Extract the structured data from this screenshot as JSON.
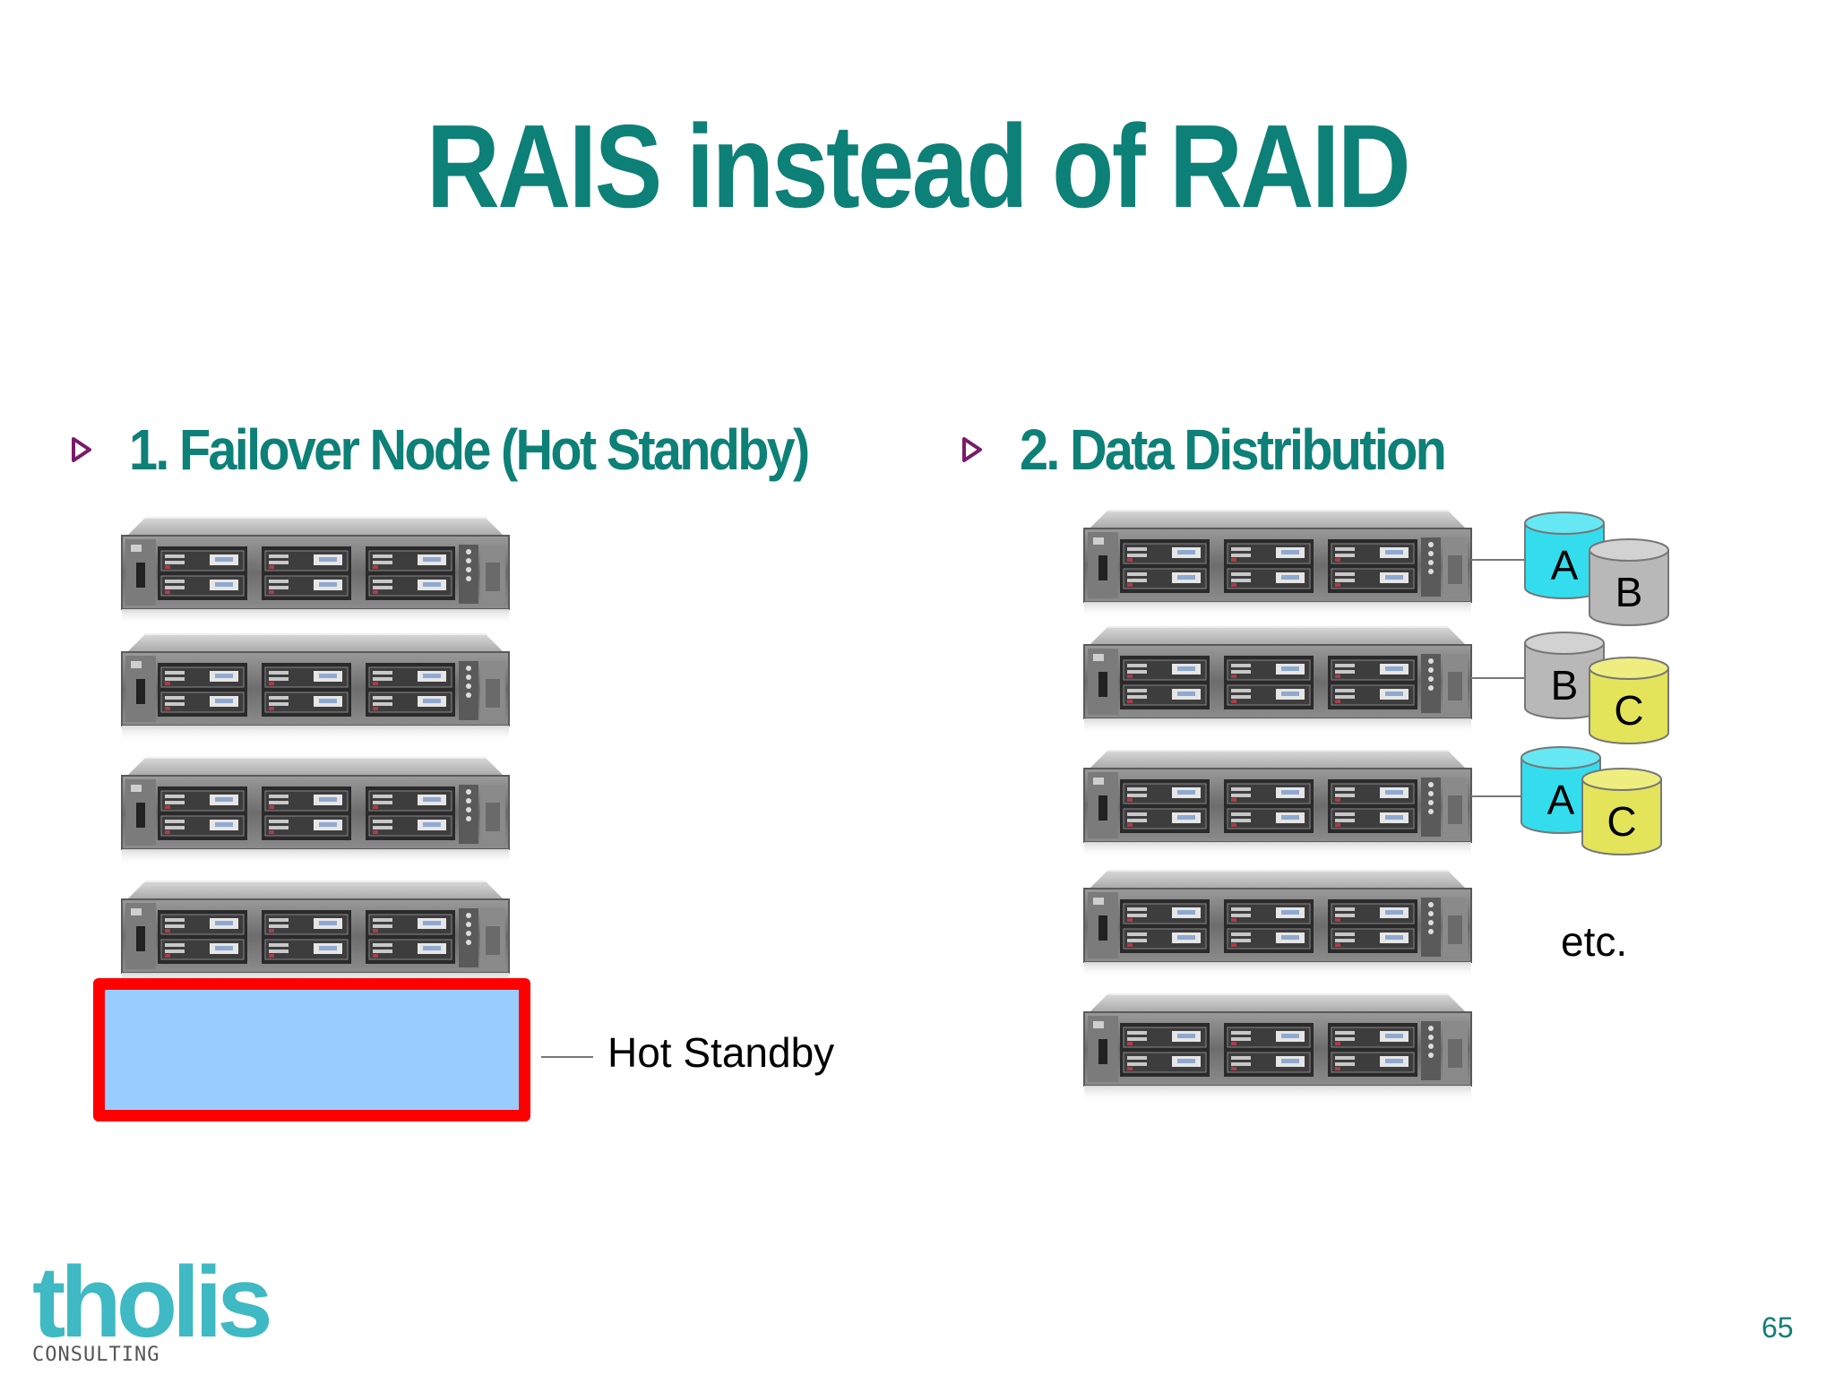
{
  "slide": {
    "title": "RAIS instead of RAID",
    "bullets": [
      {
        "text": "1. Failover Node (Hot Standby)"
      },
      {
        "text": "2. Data Distribution"
      }
    ],
    "hot_standby_label": "Hot Standby",
    "disks": [
      {
        "letter": "A",
        "color": "cyan"
      },
      {
        "letter": "B",
        "color": "gray"
      },
      {
        "letter": "B",
        "color": "gray"
      },
      {
        "letter": "C",
        "color": "yellow"
      },
      {
        "letter": "A",
        "color": "cyan"
      },
      {
        "letter": "C",
        "color": "yellow"
      }
    ],
    "etc_label": "etc.",
    "logo": {
      "name": "tholis",
      "subtitle": "CONSULTING"
    },
    "page_number": "65"
  },
  "colors": {
    "title": "#0d8077",
    "bullet_arrow": "#7a1a6a",
    "standby_fill": "#99ccff",
    "standby_border": "#ff0000",
    "disk_cyan": "#33ddee",
    "disk_gray": "#b8b8b8",
    "disk_yellow": "#e4e45a",
    "logo": "#3fb9c3"
  }
}
